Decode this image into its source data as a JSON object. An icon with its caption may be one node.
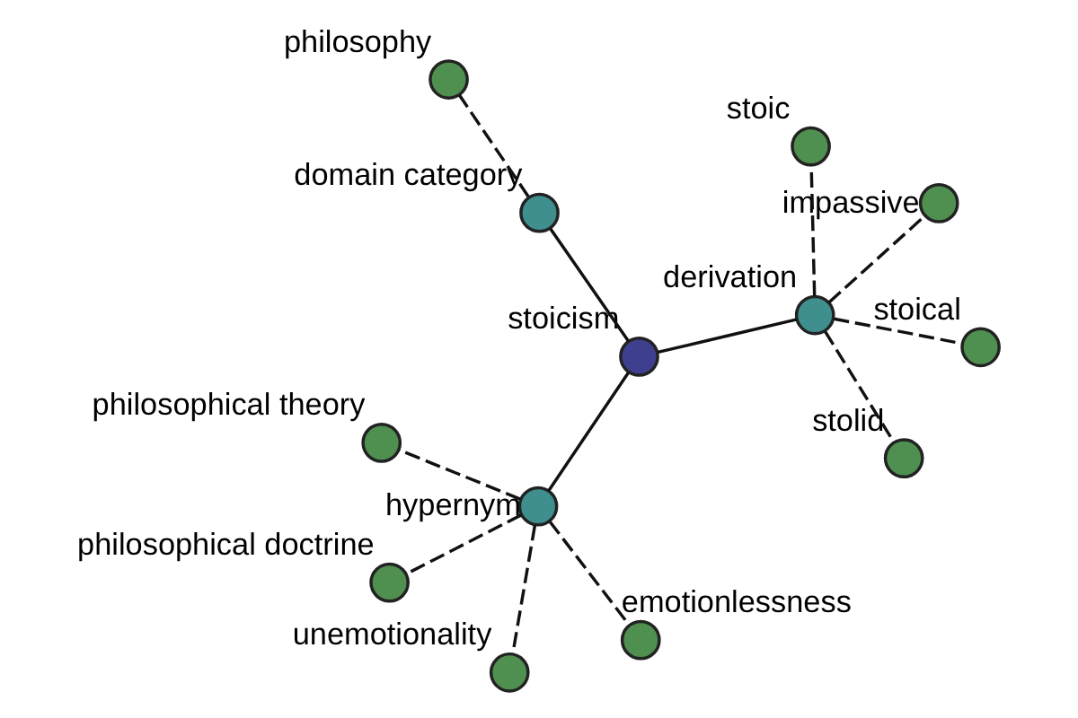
{
  "diagram": {
    "nodes": [
      {
        "text": [],
        "shape": "circle",
        "beside": [
          "philosophical theory"
        ]
      },
      {
        "text": [],
        "shape": "circle",
        "beside": [
          "emotionlessness"
        ]
      },
      {
        "text": [],
        "shape": "circle",
        "beside": [
          "philosophical doctrine"
        ]
      },
      {
        "text": [],
        "shape": "circle",
        "beside": [
          "stoic"
        ]
      },
      {
        "text": [],
        "shape": "circle",
        "beside": [
          "impassive"
        ]
      },
      {
        "text": [],
        "shape": "circle",
        "beside": [
          "hypernym"
        ]
      },
      {
        "text": [],
        "shape": "circle",
        "beside": [
          "stolid"
        ]
      },
      {
        "text": [],
        "shape": "circle",
        "beside": [
          "derivation"
        ]
      },
      {
        "text": [],
        "shape": "circle",
        "beside": [
          "stoicism"
        ]
      },
      {
        "text": [],
        "shape": "circle",
        "beside": [
          "unemotionality"
        ]
      },
      {
        "text": [],
        "shape": "circle",
        "beside": [
          "stoical"
        ]
      },
      {
        "text": [],
        "shape": "circle",
        "beside": [
          "domain category"
        ]
      },
      {
        "text": [],
        "shape": "circle",
        "beside": [
          "philosophy"
        ]
      }
    ],
    "edges": [
      {
        "from": 8,
        "to": 5,
        "arrow": "none"
      },
      {
        "from": 8,
        "to": 7,
        "arrow": "none"
      },
      {
        "from": 8,
        "to": 11,
        "arrow": "none"
      },
      {
        "from": 5,
        "to": 0,
        "arrow": "none",
        "style": "dashed"
      },
      {
        "from": 5,
        "to": 2,
        "arrow": "none",
        "style": "dashed"
      },
      {
        "from": 5,
        "to": 1,
        "arrow": "none",
        "style": "dashed"
      },
      {
        "from": 5,
        "to": 9,
        "arrow": "none",
        "style": "dashed"
      },
      {
        "from": 7,
        "to": 3,
        "arrow": "none",
        "style": "dashed"
      },
      {
        "from": 7,
        "to": 4,
        "arrow": "none",
        "style": "dashed"
      },
      {
        "from": 7,
        "to": 6,
        "arrow": "none",
        "style": "dashed"
      },
      {
        "from": 7,
        "to": 10,
        "arrow": "none",
        "style": "dashed"
      },
      {
        "from": 11,
        "to": 12,
        "arrow": "none",
        "style": "dashed"
      }
    ]
  }
}
